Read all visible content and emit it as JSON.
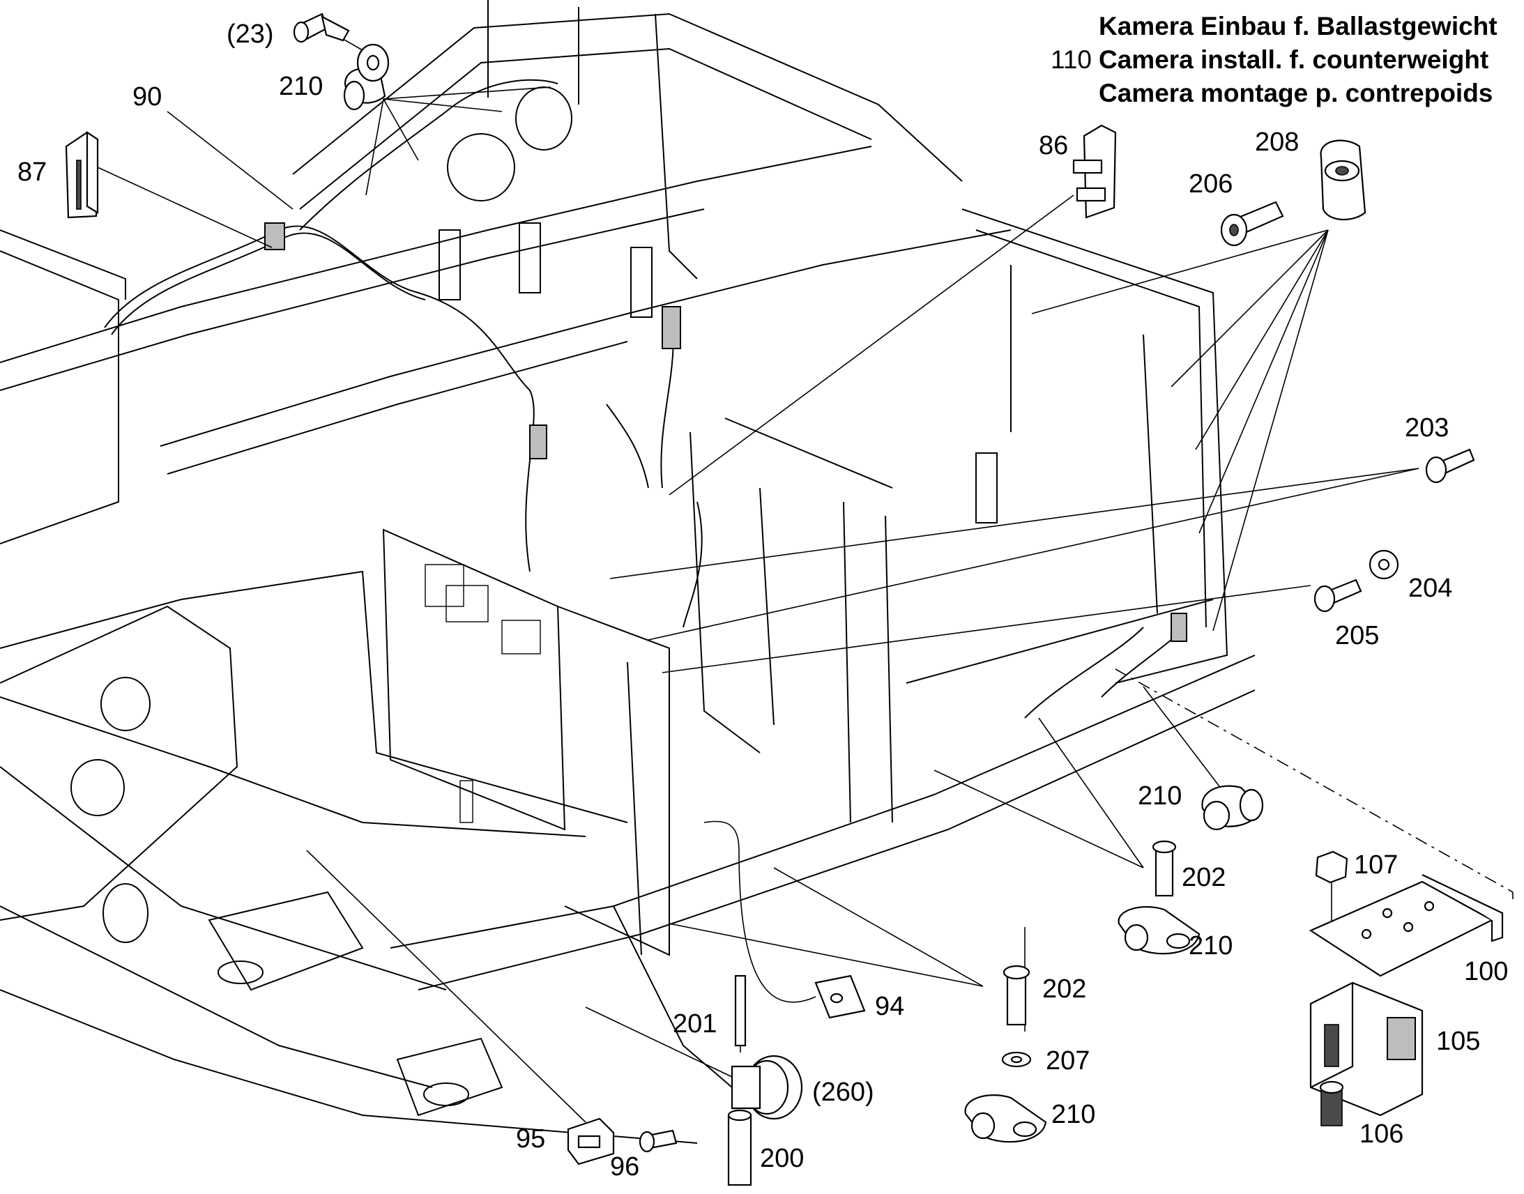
{
  "title": {
    "number": "110",
    "line_de": "Kamera Einbau f. Ballastgewicht",
    "line_en": "Camera install. f. counterweight",
    "line_fr": "Camera montage p. contrepoids"
  },
  "callouts": {
    "c23": "(23)",
    "c210_top": "210",
    "c90": "90",
    "c87": "87",
    "c86": "86",
    "c208": "208",
    "c206": "206",
    "c203": "203",
    "c204": "204",
    "c205": "205",
    "c210_right": "210",
    "c202_right": "202",
    "c210_mid": "210",
    "c107": "107",
    "c100": "100",
    "c105": "105",
    "c106": "106",
    "c202_low": "202",
    "c207": "207",
    "c210_low": "210",
    "c94": "94",
    "c201": "201",
    "c260": "(260)",
    "c200": "200",
    "c95": "95",
    "c96": "96"
  }
}
